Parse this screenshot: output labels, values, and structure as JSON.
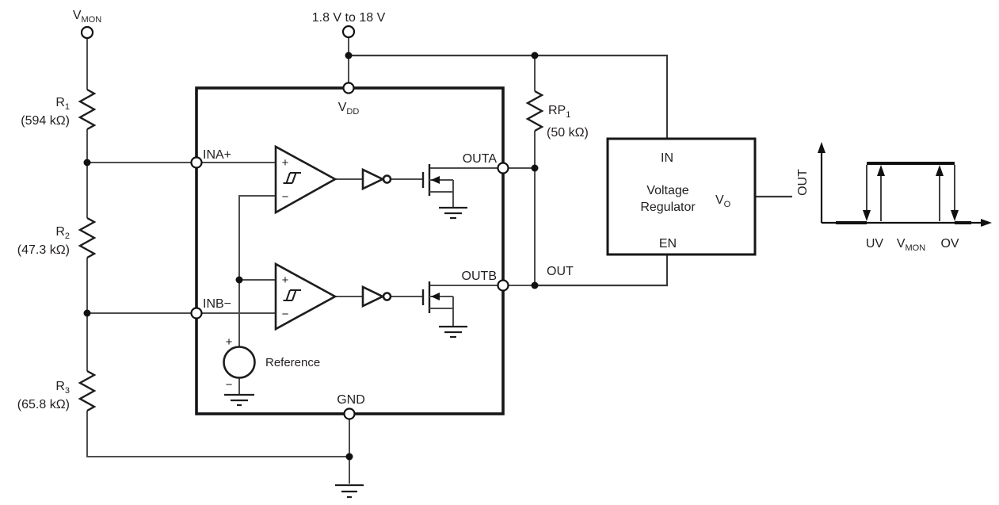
{
  "schematic": {
    "vmon": {
      "main": "V",
      "sub": "MON"
    },
    "supply": "1.8 V to 18 V",
    "r1": {
      "name": "R",
      "sub": "1",
      "value": "(594 kΩ)"
    },
    "r2": {
      "name": "R",
      "sub": "2",
      "value": "(47.3 kΩ)"
    },
    "r3": {
      "name": "R",
      "sub": "3",
      "value": "(65.8 kΩ)"
    },
    "rp1": {
      "name": "RP",
      "sub": "1",
      "value": "(50 kΩ)"
    },
    "ic": {
      "vdd": {
        "main": "V",
        "sub": "DD"
      },
      "ina": "INA+",
      "inb": "INB−",
      "outa": "OUTA",
      "outb": "OUTB",
      "gnd": "GND",
      "comp_a": {
        "plus": "+",
        "minus": "−"
      },
      "comp_b": {
        "plus": "+",
        "minus": "−"
      },
      "reference": {
        "label": "Reference",
        "plus": "+",
        "minus": "−"
      }
    },
    "out_net": "OUT",
    "regulator": {
      "pin_in": "IN",
      "pin_en": "EN",
      "name1": "Voltage",
      "name2": "Regulator",
      "vo": {
        "main": "V",
        "sub": "O"
      }
    },
    "graph": {
      "ylabel": "OUT",
      "uv": "UV",
      "vmon": {
        "main": "V",
        "sub": "MON"
      },
      "ov": "OV"
    },
    "colors": {
      "wire": "#4d4d4f",
      "symbol": "#1d1d1f",
      "text": "#231f20",
      "background": "#ffffff"
    }
  }
}
